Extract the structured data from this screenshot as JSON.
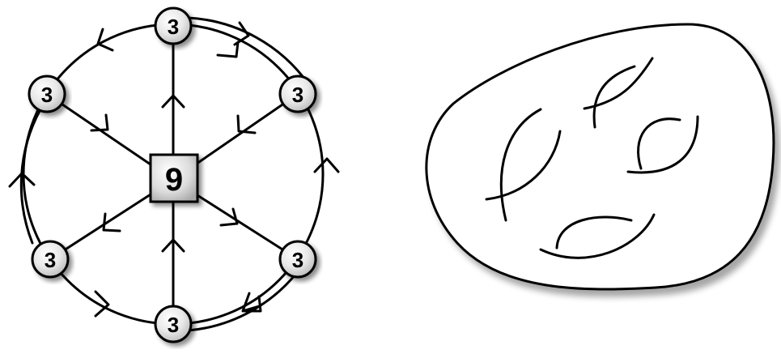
{
  "graph": {
    "center_node": {
      "label": "9"
    },
    "outer_nodes": [
      {
        "label": "3"
      },
      {
        "label": "3"
      },
      {
        "label": "3"
      },
      {
        "label": "3"
      },
      {
        "label": "3"
      },
      {
        "label": "3"
      }
    ]
  },
  "surface": {
    "handles": 4
  },
  "colors": {
    "stroke": "#000000",
    "node_fill_light": "#ffffff",
    "node_fill_dark": "#bdbdbd",
    "shadow": "#9a9a9a"
  }
}
